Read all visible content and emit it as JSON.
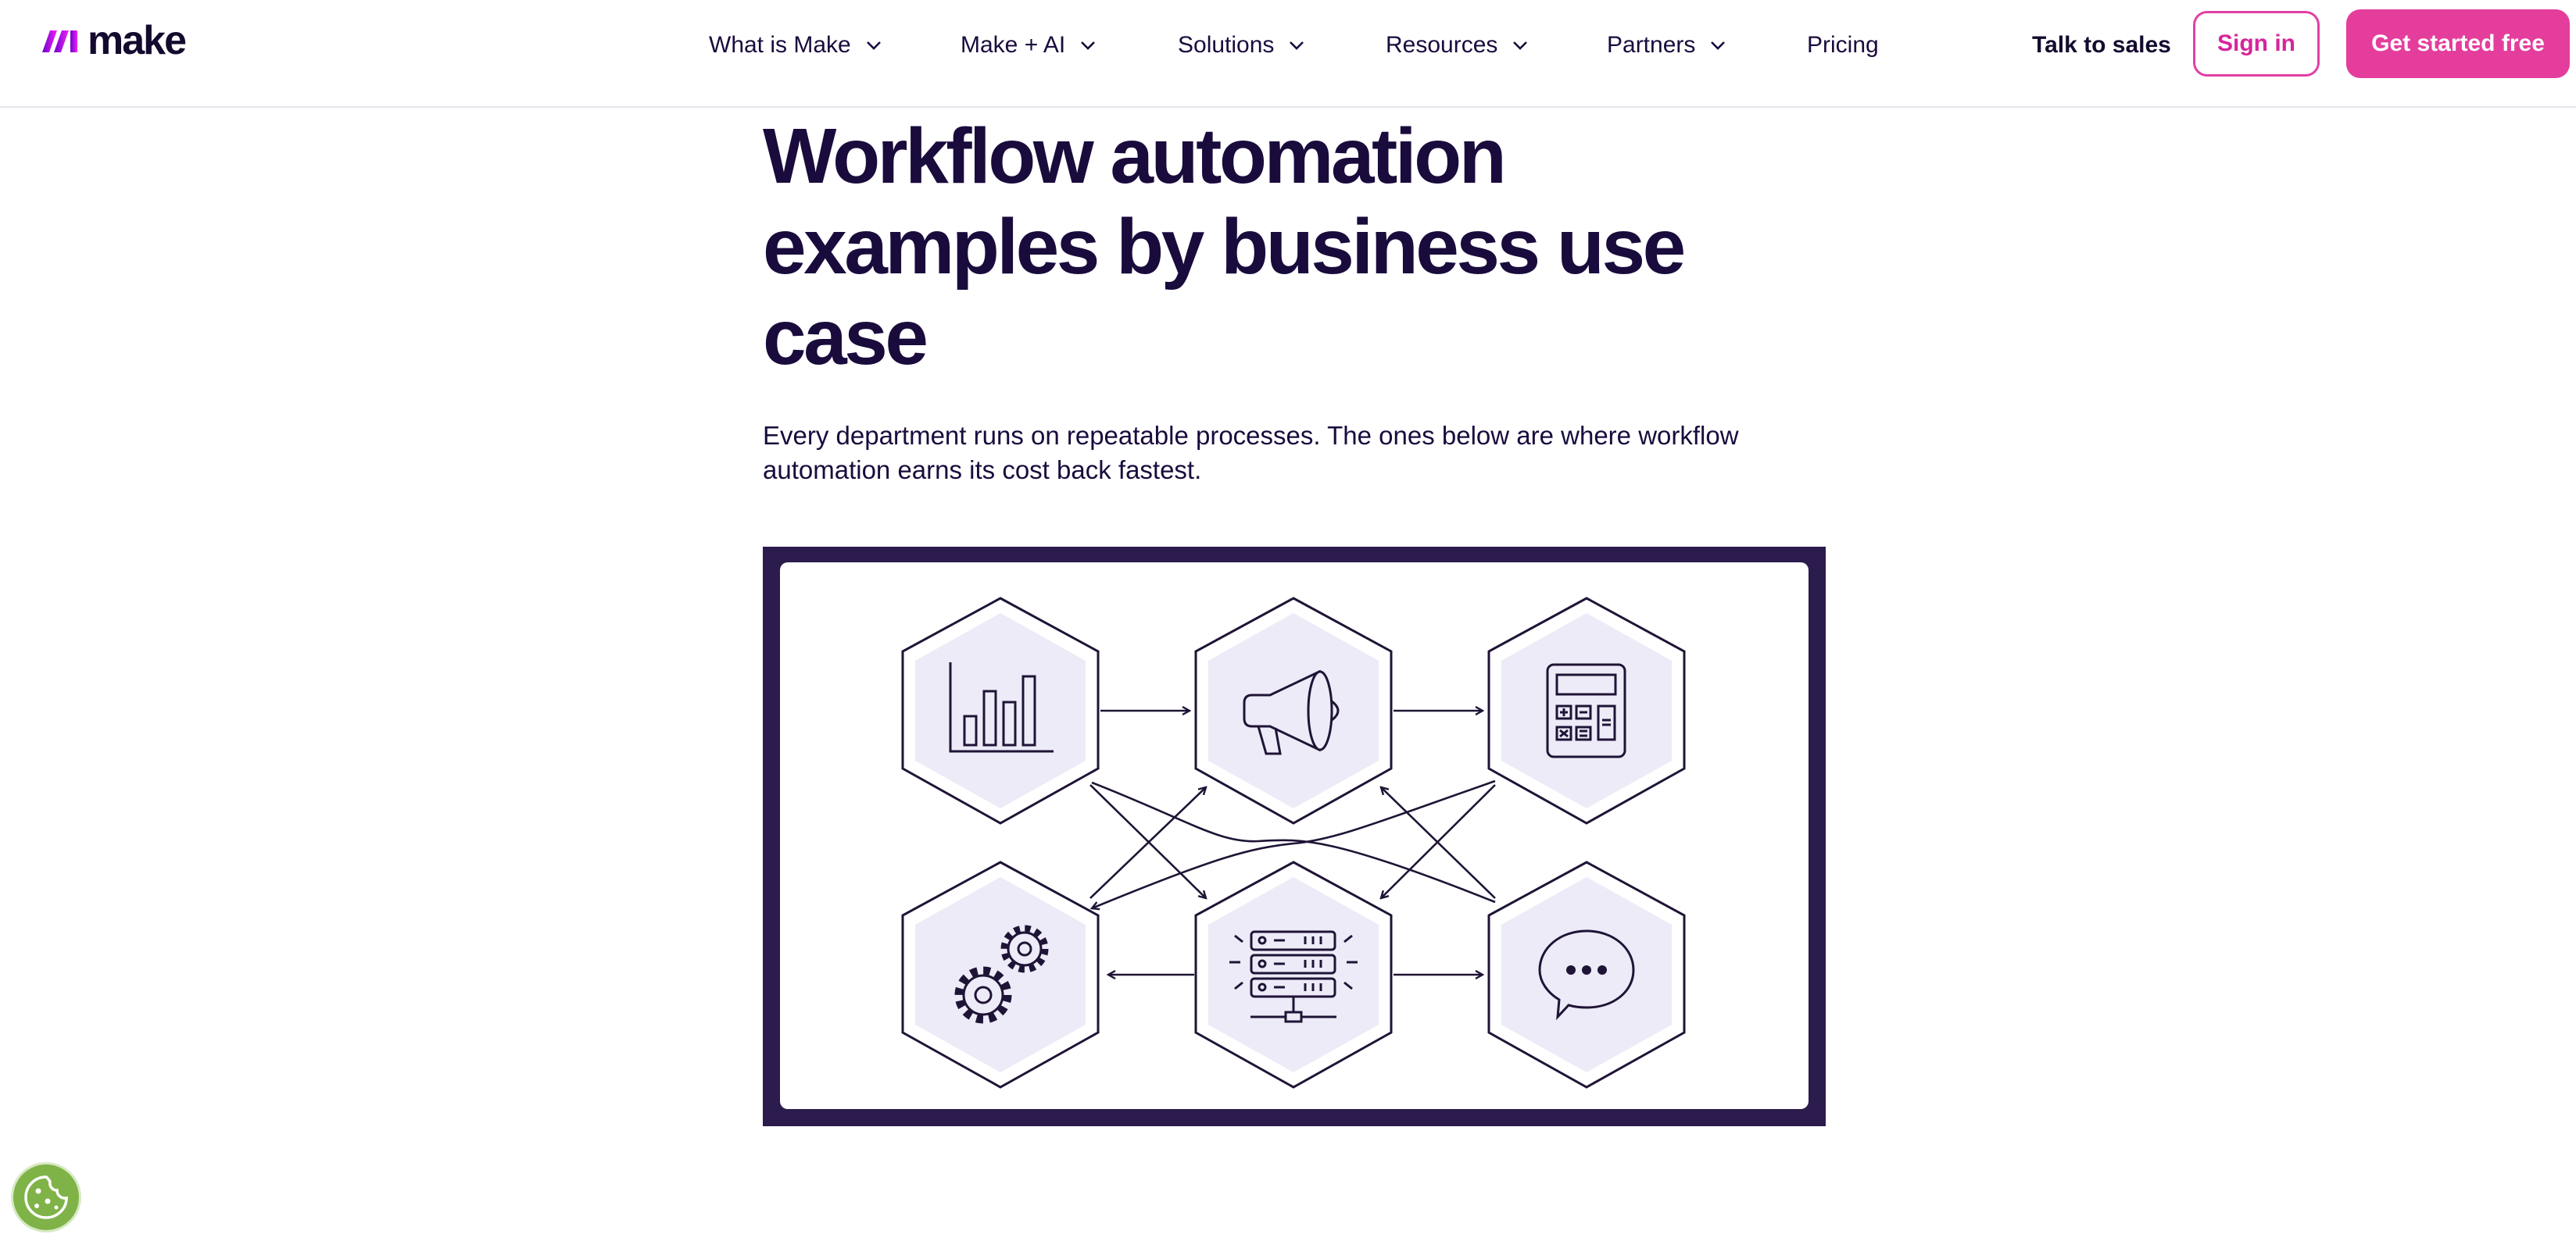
{
  "header": {
    "logo_text": "make",
    "nav": [
      {
        "label": "What is Make",
        "has_dropdown": true
      },
      {
        "label": "Make + AI",
        "has_dropdown": true
      },
      {
        "label": "Solutions",
        "has_dropdown": true
      },
      {
        "label": "Resources",
        "has_dropdown": true
      },
      {
        "label": "Partners",
        "has_dropdown": true
      },
      {
        "label": "Pricing",
        "has_dropdown": false
      }
    ],
    "talk_to_sales": "Talk to sales",
    "sign_in": "Sign in",
    "get_started": "Get started free"
  },
  "main": {
    "title": "Workflow automation examples by business use case",
    "intro": "Every department runs on repeatable processes. The ones below are where workflow automation earns its cost back fastest."
  },
  "diagram": {
    "nodes": [
      {
        "id": "analytics",
        "icon": "bar-chart-icon"
      },
      {
        "id": "marketing",
        "icon": "megaphone-icon"
      },
      {
        "id": "finance",
        "icon": "calculator-icon"
      },
      {
        "id": "operations",
        "icon": "gears-icon"
      },
      {
        "id": "it",
        "icon": "server-icon"
      },
      {
        "id": "support",
        "icon": "chat-bubble-icon"
      }
    ]
  },
  "colors": {
    "brand_pink": "#e43d9c",
    "text_dark": "#1a0b3d",
    "frame_purple": "#2c1b4d",
    "hex_fill": "#ecebf7",
    "cookie_green": "#7fb347"
  },
  "cookie_icon": "cookie-icon"
}
